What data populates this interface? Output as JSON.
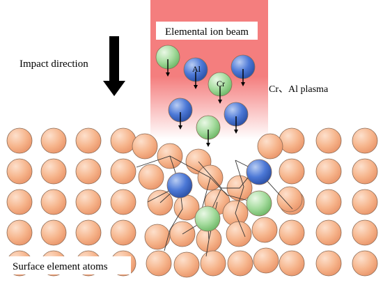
{
  "labels": {
    "beam": "Elemental ion beam",
    "impact": "Impact direction",
    "plasma": "Cr、Al plasma",
    "surface": "Surface element atoms"
  },
  "ion_labels": {
    "al": "Al",
    "cr": "Cr"
  },
  "colors": {
    "beam_top": "#f47e7e",
    "beam_bottom": "#ffffff",
    "surface_atom": "#f6b48b",
    "al_atom": "#3f6fd1",
    "cr_atom": "#8fd08a",
    "arrow": "#000000"
  }
}
